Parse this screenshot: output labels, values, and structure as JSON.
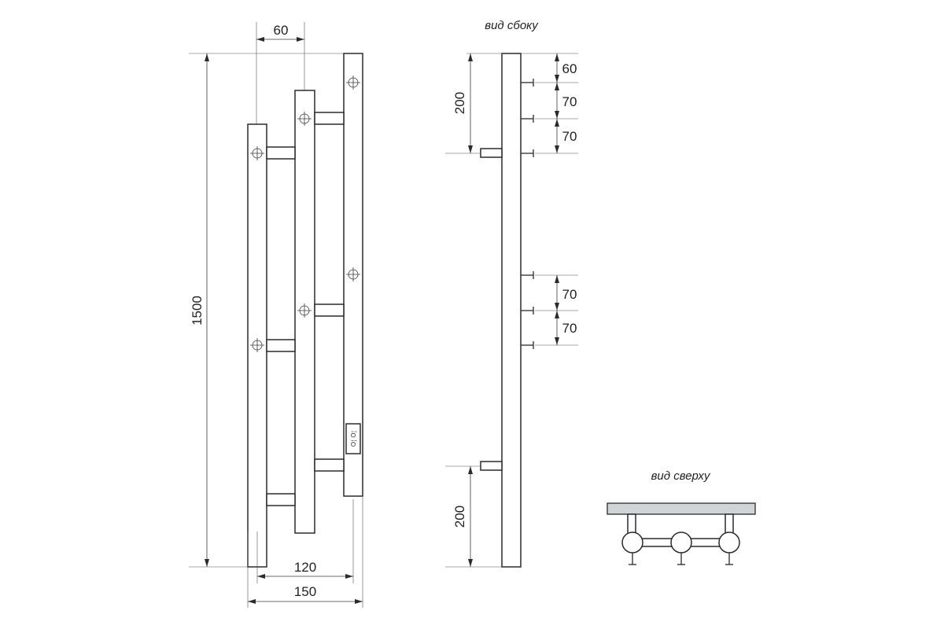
{
  "front_view": {
    "dim_top_spacing": "60",
    "dim_height": "1500",
    "dim_width_inner": "120",
    "dim_width_total": "150"
  },
  "side_view": {
    "caption": "вид сбоку",
    "dim_top_offset": "200",
    "dim_bottom_offset": "200",
    "dims_upper": [
      "60",
      "70",
      "70"
    ],
    "dims_lower": [
      "70",
      "70"
    ]
  },
  "top_view": {
    "caption": "вид сверху"
  },
  "switch_label": "O¦ O¦"
}
